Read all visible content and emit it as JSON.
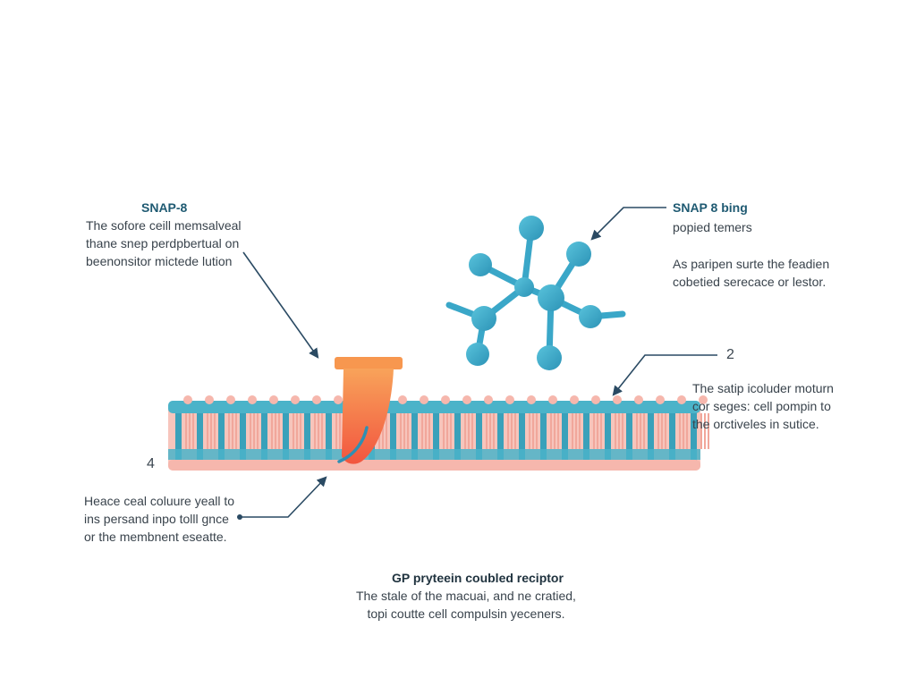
{
  "labels": {
    "snap8": {
      "title": "SNAP-8",
      "lines": [
        "The sofore ceill memsalveal",
        "thane snep perdpbertual on",
        "beenonsitor mictede lution"
      ]
    },
    "binding": {
      "title": "SNAP 8 bing",
      "subtitle": "popied temers"
    },
    "binding_desc": {
      "lines": [
        "As paripen surte the feadien",
        "cobetied serecace or lestor."
      ]
    },
    "membrane": {
      "lines": [
        "The satip icoluder moturn",
        "cor seges: cell pompin to",
        "the orctiveles in sutice."
      ]
    },
    "head": {
      "lines": [
        "Heace ceal coluure yeall to",
        "ins persand inpo tolll gnce",
        "or the membnent eseatte."
      ]
    },
    "gpcr": {
      "title": "GP pryteein coubled reciptor",
      "lines": [
        "The stale of the macuai, and ne cratied,",
        "topi coutte cell compulsin yeceners."
      ]
    },
    "numbers": {
      "two": "2",
      "four": "4"
    }
  },
  "colors": {
    "membrane_blue": "#4bb3c9",
    "membrane_pink": "#f6b7ad",
    "receptor_orange": "#f4694a",
    "molecule_blue": "#3aa7c8",
    "arrow": "#2a4a63"
  }
}
